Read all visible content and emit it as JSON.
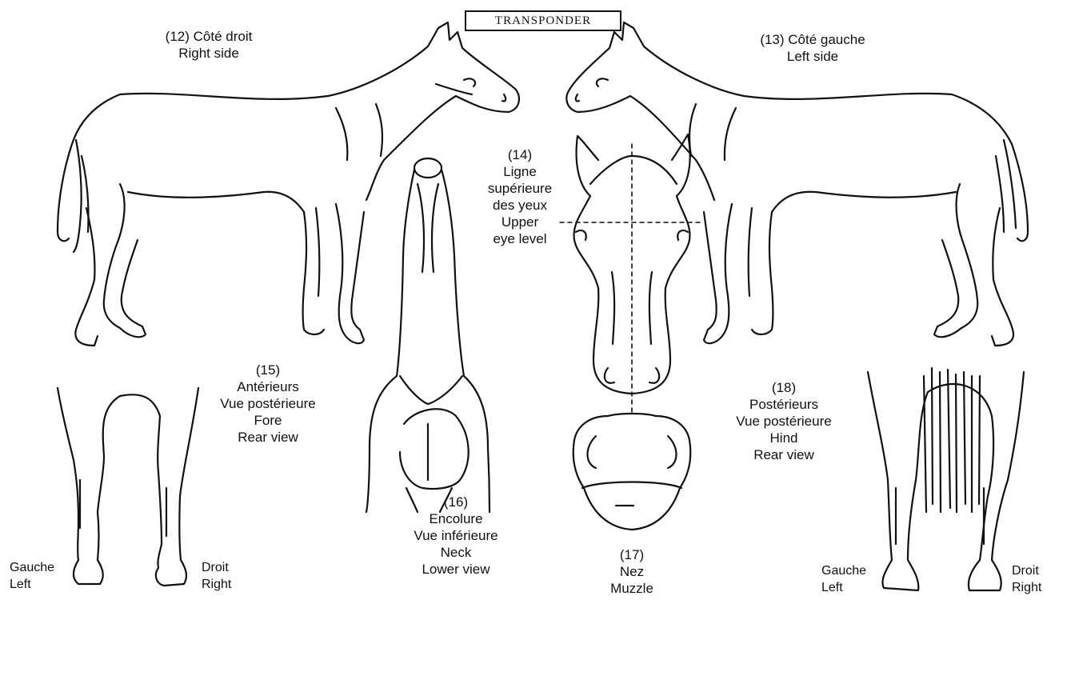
{
  "title": "TRANSPONDER",
  "panels": {
    "right_side": {
      "number": "(12) Côté droit",
      "english": "Right side"
    },
    "left_side": {
      "number": "(13) Côté gauche",
      "english": "Left side"
    },
    "eye_level": {
      "number": "(14)",
      "fr1": "Ligne",
      "fr2": "supérieure",
      "fr3": "des yeux",
      "en1": "Upper",
      "en2": "eye level"
    },
    "fore": {
      "number": "(15)",
      "fr1": "Antérieurs",
      "fr2": "Vue postérieure",
      "en1": "Fore",
      "en2": "Rear view"
    },
    "neck": {
      "number": "(16)",
      "fr1": "Encolure",
      "fr2": "Vue inférieure",
      "en1": "Neck",
      "en2": "Lower view"
    },
    "muzzle": {
      "number": "(17)",
      "fr": "Nez",
      "en": "Muzzle"
    },
    "hind": {
      "number": "(18)",
      "fr1": "Postérieurs",
      "fr2": "Vue postérieure",
      "en1": "Hind",
      "en2": "Rear view"
    }
  },
  "sides": {
    "fore_left": {
      "fr": "Gauche",
      "en": "Left"
    },
    "fore_right": {
      "fr": "Droit",
      "en": "Right"
    },
    "hind_left": {
      "fr": "Gauche",
      "en": "Left"
    },
    "hind_right": {
      "fr": "Droit",
      "en": "Right"
    }
  }
}
